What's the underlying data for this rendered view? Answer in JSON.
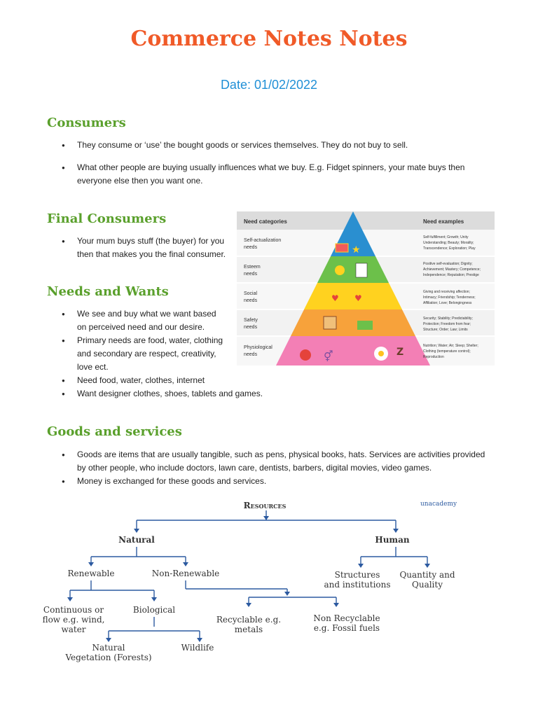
{
  "doc": {
    "title": "Commerce Notes Notes",
    "date": "Date: 01/02/2022"
  },
  "consumers": {
    "heading": "Consumers",
    "bullets": [
      "They consume or ‘use’ the bought goods or services themselves. They do not buy to sell.",
      "What other people are buying usually influences what we buy. E.g. Fidget spinners, your mate buys then everyone else then you want one."
    ]
  },
  "final_consumers": {
    "heading": "Final Consumers",
    "bullets": [
      "Your mum buys stuff (the buyer) for you then that makes you the final consumer."
    ]
  },
  "needs_wants": {
    "heading": "Needs and Wants",
    "bullets": [
      "We see and buy what we want based on perceived need and our desire.",
      "Primary needs are food, water, clothing and secondary are respect, creativity, love ect.",
      "Need food, water, clothes, internet",
      "Want designer clothes, shoes, tablets and games."
    ]
  },
  "goods_services": {
    "heading": "Goods and services",
    "bullets": [
      "Goods are items that are usually tangible, such as pens, physical books, hats. Services are activities provided by other people, who include doctors, lawn care, dentists, barbers, digital movies, video games.",
      "Money is exchanged for these goods and services."
    ]
  },
  "pyramid": {
    "col_left": "Need categories",
    "col_right": "Need examples",
    "levels": [
      {
        "category": "Self-actualization needs",
        "examples": "Self-fulfillment; Growth; Unity Understanding; Beauty; Morality; Transcendence; Exploration; Play",
        "color": "#2a8fd0"
      },
      {
        "category": "Esteem needs",
        "examples": "Positive self-evaluation; Dignity; Achievement; Mastery; Competence; Independence; Reputation; Prestige",
        "color": "#6cc04a"
      },
      {
        "category": "Social needs",
        "examples": "Giving and receiving affection; Intimacy; Friendship; Tenderness; Affiliation; Love; Belongingness",
        "color": "#ffd21f"
      },
      {
        "category": "Safety needs",
        "examples": "Security; Stability; Predictability; Protection; Freedom from fear; Structure; Order; Law; Limits",
        "color": "#f7a23b"
      },
      {
        "category": "Physiological needs",
        "examples": "Nutrition; Water; Air; Sleep; Shelter; Clothing (temperature control); Reproduction",
        "color": "#f37fb5"
      }
    ]
  },
  "resources": {
    "root": "Resources",
    "watermark": "unacademy",
    "natural": "Natural",
    "human": "Human",
    "renewable": "Renewable",
    "non_renewable": "Non-Renewable",
    "structures": [
      "Structures",
      "and institutions"
    ],
    "quantity": [
      "Quantity and",
      "Quality"
    ],
    "continuous": [
      "Continuous or",
      "flow e.g. wind,",
      "water"
    ],
    "biological": "Biological",
    "recyclable": [
      "Recyclable e.g.",
      "metals"
    ],
    "non_recyclable": [
      "Non Recyclable",
      "e.g. Fossil fuels"
    ],
    "natural_veg": [
      "Natural",
      "Vegetation (Forests)"
    ],
    "wildlife": "Wildlife"
  }
}
